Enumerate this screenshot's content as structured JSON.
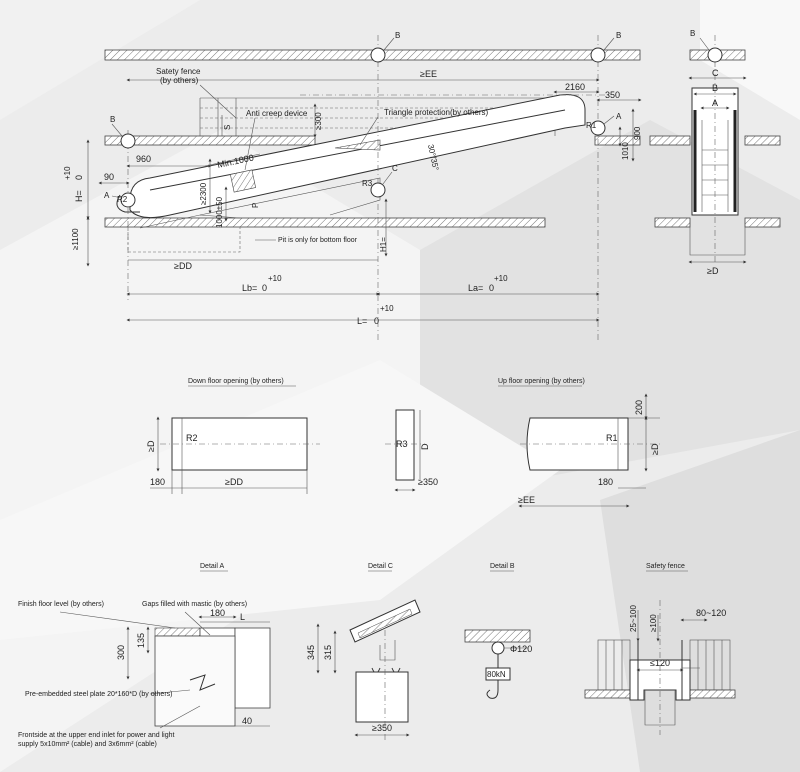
{
  "main_view": {
    "point_b": "B",
    "point_a": "A",
    "point_c": "C",
    "safety_fence": "Satety fence",
    "by_others": "(by others)",
    "anti_creep": "Anti creep device",
    "triangle": "Triangle protection(by others)",
    "dim_ee": "≥EE",
    "dim_2160": "2160",
    "dim_350": "350",
    "dim_300": "≥300",
    "dim_s": "S",
    "r1": "R1",
    "r2": "R2",
    "r3": "R3",
    "dim_1010": "1010",
    "dim_900": "900",
    "min_1000": "Min.1000",
    "dim_2300": "≥2300",
    "dim_1000_50": "1000±50",
    "dim_p": "P",
    "angle_30": "30°/35°",
    "h_label": "H=",
    "h_zero": "0",
    "h_plus": "+10",
    "dim_960": "960",
    "dim_90": "90",
    "dim_1100": "≥1100",
    "pit_note": "Pit is only for bottom floor",
    "dim_h1": "H1=",
    "dim_dd": "≥DD",
    "lb_label": "Lb=",
    "lb_zero": "0",
    "lb_plus": "+10",
    "la_label": "La=",
    "la_zero": "0",
    "la_plus": "+10",
    "l_label": "L=",
    "l_zero": "0",
    "l_plus": "+10"
  },
  "side_view": {
    "point_b": "B",
    "dim_c": "C",
    "dim_b": "B",
    "dim_a": "A",
    "dim_d": "≥D"
  },
  "down_opening": {
    "title": "Down floor opening (by others)",
    "r2": "R2",
    "dim_d": "≥D",
    "dim_180": "180",
    "dim_dd": "≥DD"
  },
  "middle_opening": {
    "r3": "R3",
    "dim_d": "D",
    "dim_350": "≥350"
  },
  "up_opening": {
    "title": "Up floor opening (by others)",
    "r1": "R1",
    "dim_200": "200",
    "dim_d": "≥D",
    "dim_180": "180",
    "dim_ee": "≥EE"
  },
  "detail_a": {
    "title": "Detail A",
    "finish_floor": "Finish floor level (by others)",
    "gaps": "Gaps filled with mastic (by others)",
    "dim_180": "180",
    "dim_l": "L",
    "dim_300": "300",
    "dim_135": "135",
    "plate": "Pre-embedded steel plate 20*160*D (by others)",
    "dim_40": "40",
    "power_note_1": "Frontside at the upper end inlet for power and light",
    "power_note_2": "supply 5x10mm² (cable) and 3x6mm² (cable)"
  },
  "detail_c": {
    "title": "Detail C",
    "dim_345": "345",
    "dim_315": "315",
    "dim_350": "≥350"
  },
  "detail_b": {
    "title": "Detail B",
    "dia": "Φ120",
    "load": "80kN"
  },
  "safety_fence_detail": {
    "title": "Safety fence",
    "dim_25_100": "25~100",
    "dim_100": "≥100",
    "dim_80_120": "80~120",
    "dim_120": "≤120"
  }
}
